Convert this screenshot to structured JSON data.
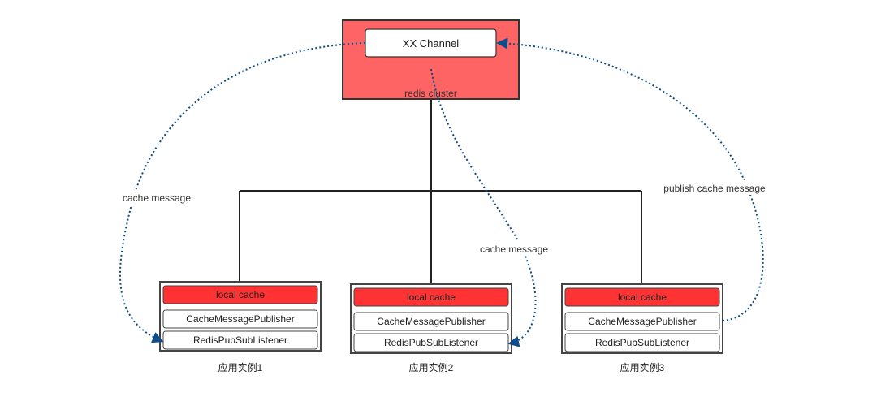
{
  "diagram": {
    "cluster": {
      "label": "redis cluster",
      "channel": "XX Channel",
      "color": "#ff6464"
    },
    "instances": [
      {
        "name": "应用实例1",
        "local_cache": "local cache",
        "publisher": "CacheMessagePublisher",
        "listener": "RedisPubSubListener"
      },
      {
        "name": "应用实例2",
        "local_cache": "local cache",
        "publisher": "CacheMessagePublisher",
        "listener": "RedisPubSubListener"
      },
      {
        "name": "应用实例3",
        "local_cache": "local cache",
        "publisher": "CacheMessagePublisher",
        "listener": "RedisPubSubListener"
      }
    ],
    "edge_labels": {
      "left": "cache message",
      "middle": "cache message",
      "right": "publish cache message"
    },
    "colors": {
      "local_cache": "#ff3333",
      "dotted_arrow": "#0f4c8a",
      "line": "#222222"
    }
  }
}
